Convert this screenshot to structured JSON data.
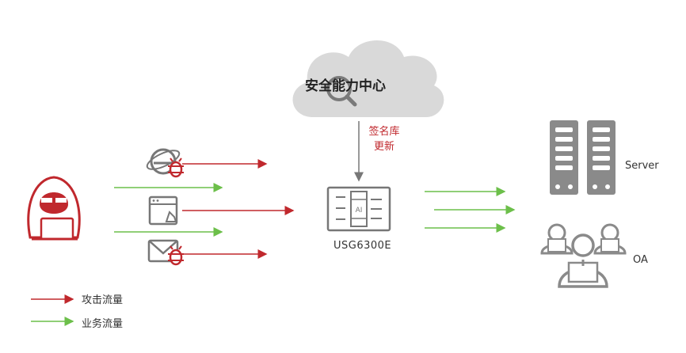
{
  "cloud": {
    "label": "安全能力中心"
  },
  "signature_update": {
    "line1": "签名库",
    "line2": "更新"
  },
  "device": {
    "label": "USG6300E"
  },
  "targets": {
    "server_label": "Server",
    "oa_label": "OA"
  },
  "legend": {
    "attack_label": "攻击流量",
    "business_label": "业务流量"
  },
  "colors": {
    "attack": "#c0282d",
    "business": "#6cbf4a",
    "gray": "#8a8a8a",
    "cloud": "#d9d9d9"
  },
  "icons": [
    "hacker-icon",
    "browser-icon",
    "webpage-icon",
    "email-icon",
    "bug-icon",
    "magnifier-icon",
    "firewall-icon",
    "server-icon",
    "users-icon"
  ]
}
